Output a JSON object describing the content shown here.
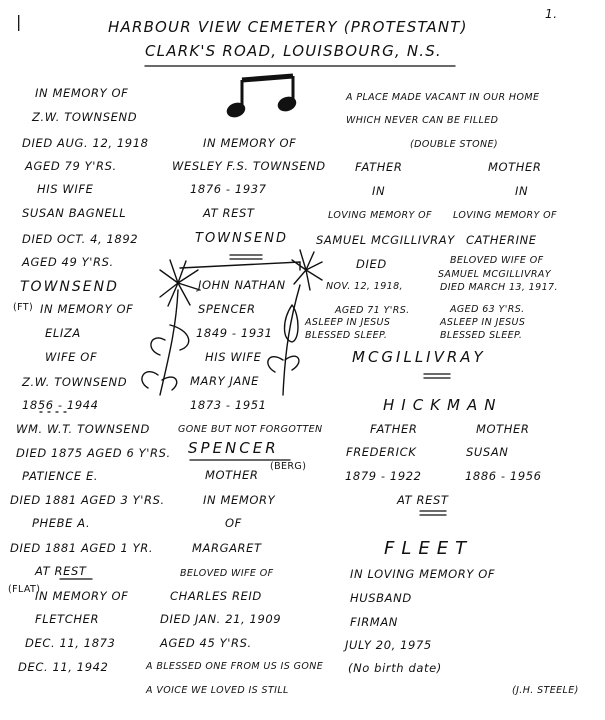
{
  "header": {
    "page_number": "1.",
    "margin_mark": "|",
    "title_line1": "Harbour View Cemetery (Protestant)",
    "title_line2": "Clark's Road,   Louisbourg, N.S."
  },
  "left_column": [
    "In Memory of",
    "Z.W. Townsend",
    "Died Aug. 12, 1918",
    "Aged 79 y'rs.",
    "His wife",
    "Susan Bagnell",
    "Died Oct. 4, 1892",
    "Aged 49 y'rs.",
    "Townsend",
    "In Memory of",
    "Eliza",
    "wife of",
    "Z.W. Townsend",
    "1856 - 1944",
    "Wm. W.T. Townsend",
    "Died 1875 Aged 6 y'rs.",
    "Patience E.",
    "Died 1881 Aged 3 y'rs.",
    "Phebe A.",
    "Died 1881 Aged 1 yr.",
    "At Rest",
    "In Memory of",
    "Fletcher",
    "Dec. 11, 1873",
    "Dec. 11, 1942"
  ],
  "left_side_notes": [
    "(ft)",
    "(Flat)"
  ],
  "middle_column": [
    "In Memory of",
    "Wesley F.S. Townsend",
    "1876 - 1937",
    "At Rest",
    "Townsend",
    "John Nathan",
    "Spencer",
    "1849 - 1931",
    "His wife",
    "Mary Jane",
    "1873 - 1951",
    "Gone But Not Forgotten",
    "Spencer",
    "Mother",
    "(Berg)",
    "In Memory",
    "of",
    "Margaret",
    "Beloved wife of",
    "Charles Reid",
    "Died Jan. 21, 1909",
    "Aged 45 y'rs.",
    "A Blessed one from us is gone",
    "A voice we loved is still"
  ],
  "right_column": {
    "inscription_line1": "A Place Made Vacant in our Home",
    "inscription_line2": "Which Never Can Be Filled",
    "note": "(Double stone)",
    "father_heading": "Father",
    "mother_heading": "Mother",
    "father_lines": [
      "In",
      "Loving Memory of",
      "Samuel McGillivray",
      "Died",
      "Nov. 12, 1918,",
      "Aged 71 y'rs.",
      "Asleep in Jesus",
      "Blessed Sleep."
    ],
    "mother_lines": [
      "In",
      "Loving Memory of",
      "Catherine",
      "Beloved wife of",
      "Samuel McGillivray",
      "Died March 13, 1917.",
      "Aged 63 y'rs.",
      "Asleep in Jesus",
      "Blessed Sleep."
    ],
    "mcgillivray_surname": "McGillivray",
    "hickman_surname": "Hickman",
    "hickman_father_heading": "Father",
    "hickman_mother_heading": "Mother",
    "hickman_father_name": "Frederick",
    "hickman_mother_name": "Susan",
    "hickman_father_dates": "1879 - 1922",
    "hickman_mother_dates": "1886 - 1956",
    "hickman_rest": "At Rest",
    "fleet_surname": "Fleet",
    "fleet_lines": [
      "In Loving Memory of",
      "Husband",
      "Firman",
      "July 20, 1975",
      "(No birth date)"
    ],
    "signature": "(J.H. Steele)"
  },
  "icons": [
    "music-note-icon",
    "flower-icon"
  ]
}
